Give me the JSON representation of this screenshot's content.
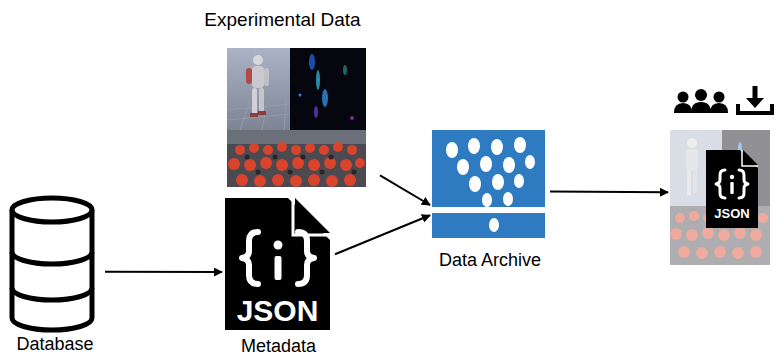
{
  "diagram": {
    "nodes": [
      {
        "text": [
          "Experimental Data"
        ]
      },
      {
        "text": [
          "Database"
        ]
      },
      {
        "text": [
          "JSON",
          "Metadata"
        ]
      },
      {
        "text": [
          "Data Archive"
        ]
      },
      {
        "text": [
          "JSON"
        ]
      }
    ],
    "edges": [
      {
        "from": 1,
        "to": 2,
        "arrow": "to"
      },
      {
        "from": 0,
        "to": 3,
        "arrow": "to"
      },
      {
        "from": 2,
        "to": 3,
        "arrow": "to"
      },
      {
        "from": 3,
        "to": 4,
        "arrow": "to"
      }
    ]
  }
}
